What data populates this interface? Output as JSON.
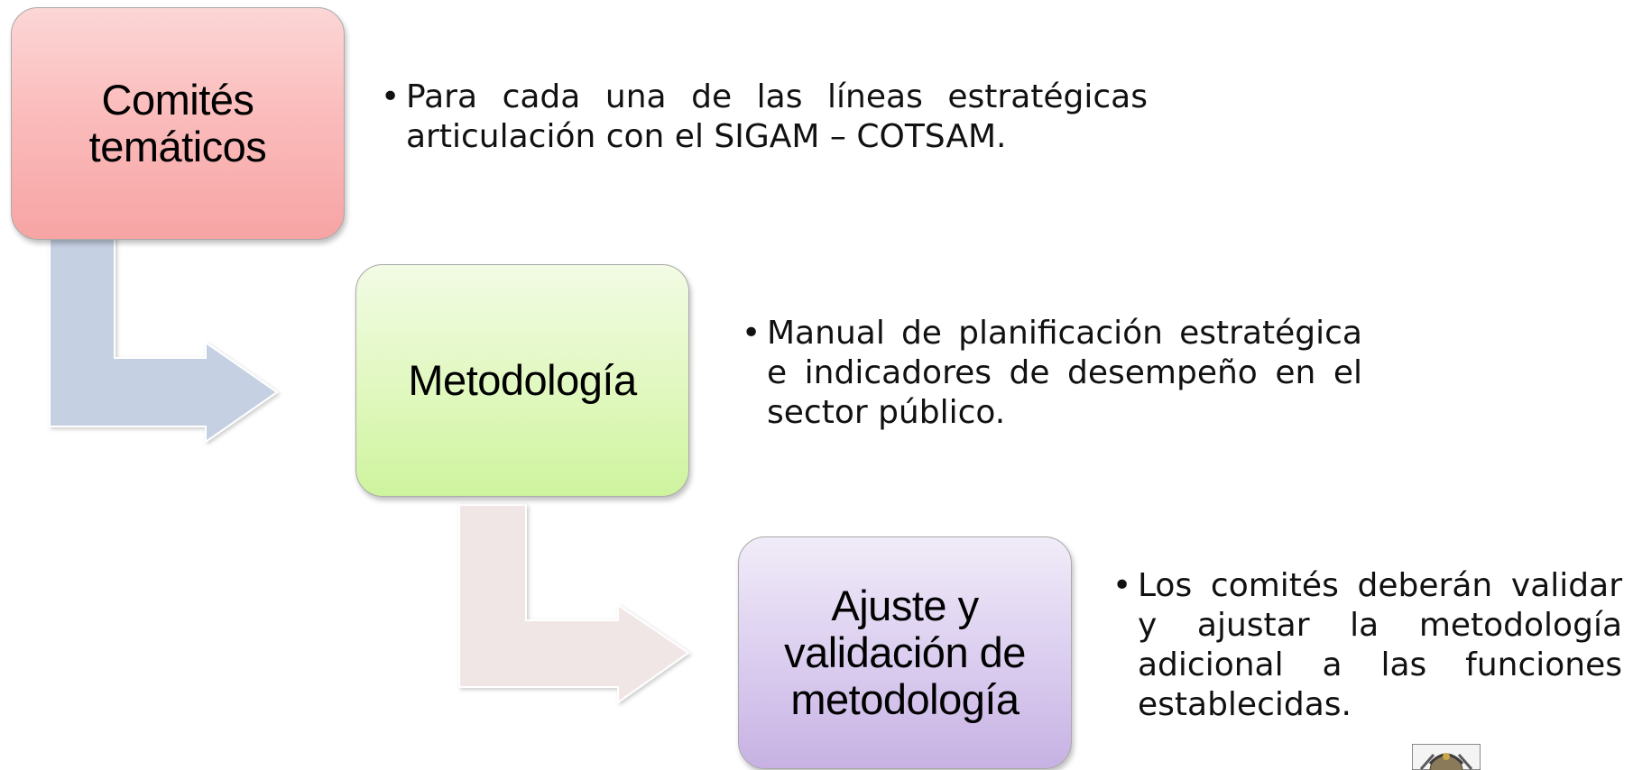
{
  "boxes": [
    {
      "lines": [
        "Comités",
        "temáticos"
      ],
      "color": "#f9b4b4"
    },
    {
      "lines": [
        "Metodología"
      ],
      "color": "#d8f6b0"
    },
    {
      "lines": [
        "Ajuste y",
        "validación de",
        "metodología"
      ],
      "color": "#d3c2ea"
    }
  ],
  "descriptions": [
    {
      "bullet": "•",
      "text": "Para cada una de las líneas estratégicas articulación con el SIGAM – COTSAM."
    },
    {
      "bullet": "•",
      "text": "Manual de planificación estratégica e indicadores de desempeño en el sector público."
    },
    {
      "bullet": "•",
      "text": "Los comités deberán validar y ajustar la metodología adicional a las funciones establecidas."
    }
  ],
  "connectors": [
    {
      "color": "#c5d0e3",
      "icon": "bent-arrow-right-icon"
    },
    {
      "color": "#f1e6e6",
      "icon": "bent-arrow-right-icon"
    }
  ],
  "logo": {
    "icon": "coat-of-arms-logo"
  }
}
